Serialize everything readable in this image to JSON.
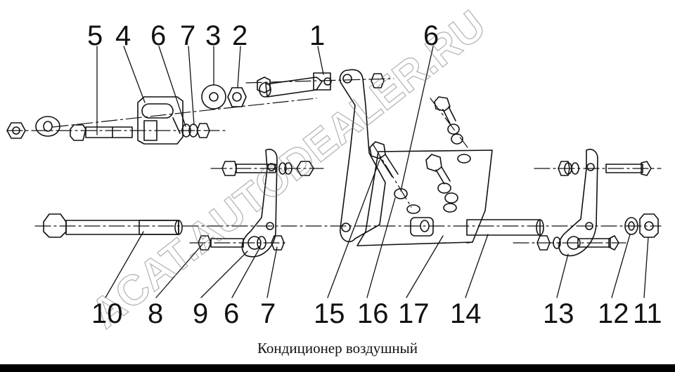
{
  "caption": "Кондиционер воздушный",
  "watermark": "ACAT.AUTODEALER.RU",
  "callouts_top": [
    "5",
    "4",
    "6",
    "7",
    "3",
    "2",
    "1",
    "6"
  ],
  "callouts_bottom": [
    "10",
    "8",
    "9",
    "6",
    "7",
    "15",
    "16",
    "17",
    "14",
    "13",
    "12",
    "11"
  ],
  "colors": {
    "line": "#111111",
    "background": "#ffffff",
    "watermark": "#7a7a7a"
  }
}
